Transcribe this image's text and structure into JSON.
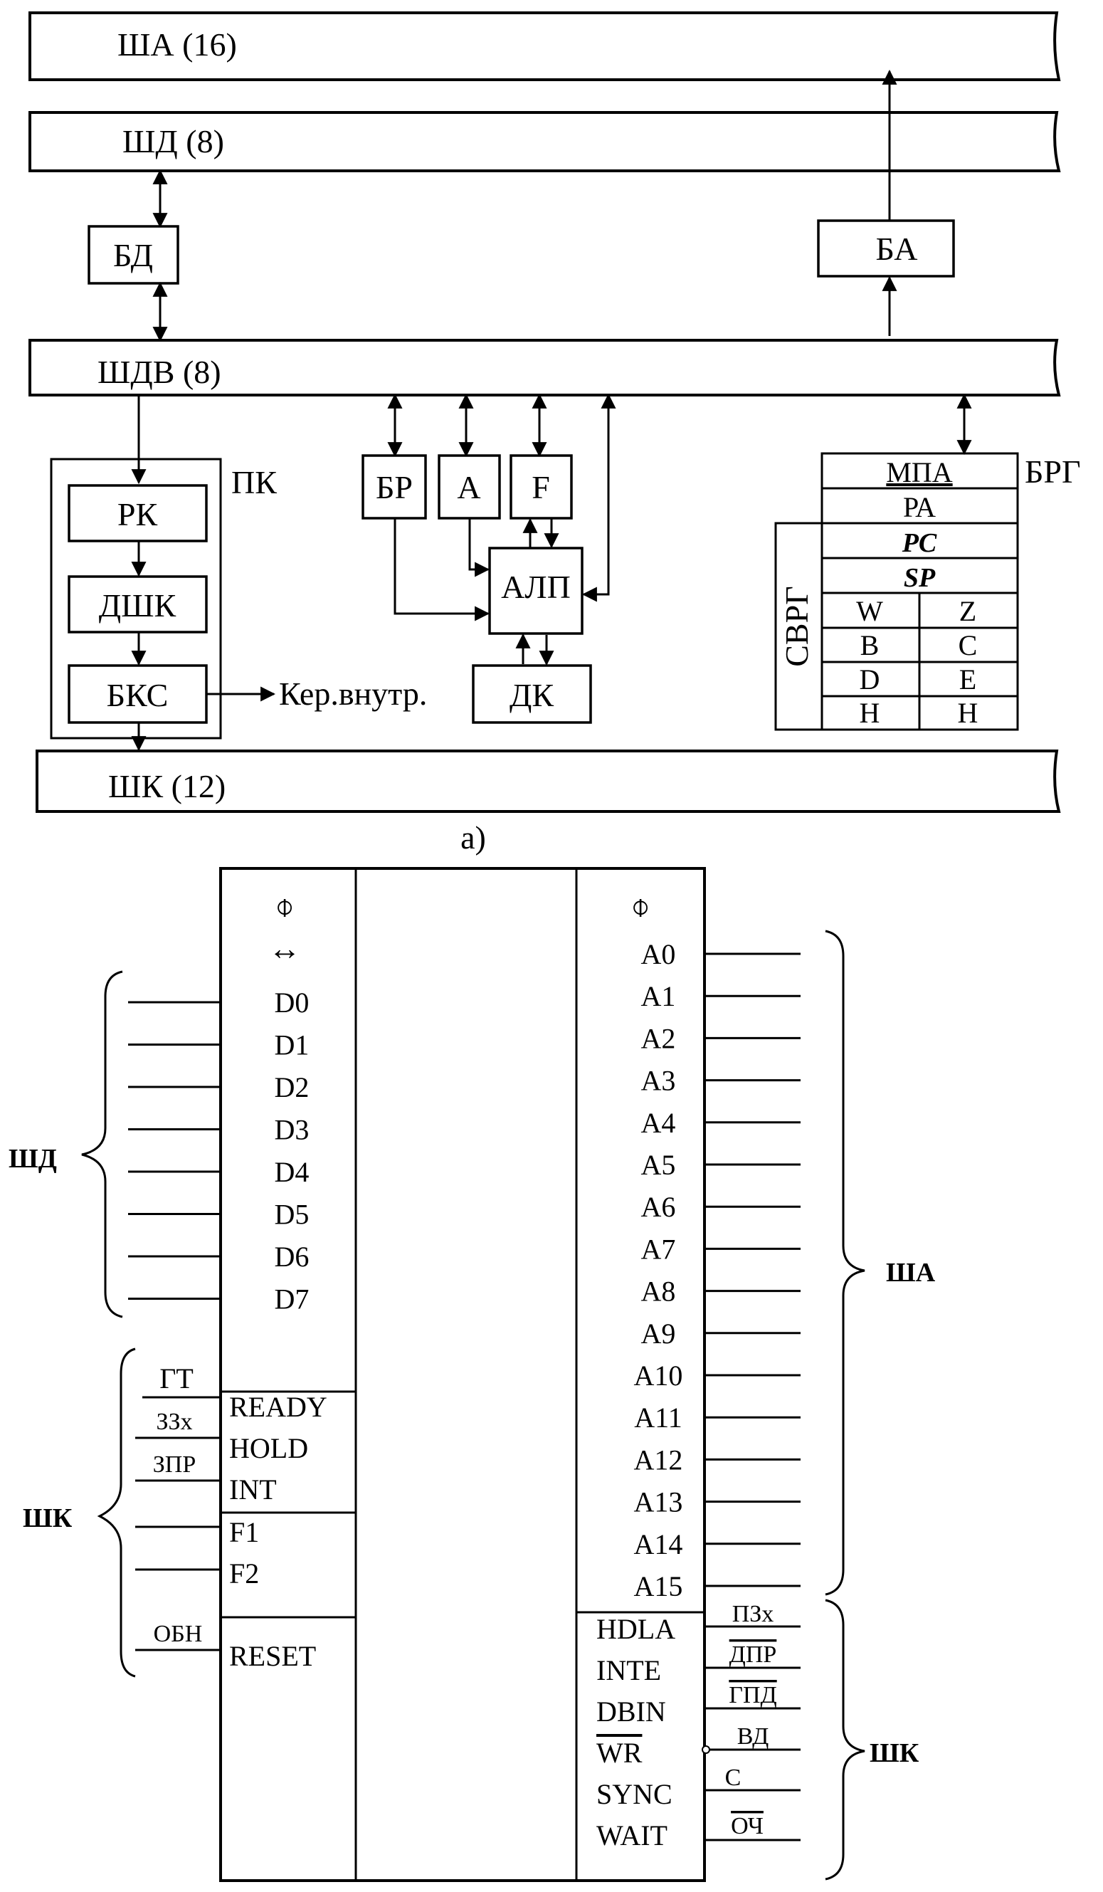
{
  "figure_a": {
    "buses": {
      "sha16": "ША (16)",
      "shd8": "ШД  (8)",
      "shdv8": "ШДВ (8)",
      "shk12": "ШК (12)"
    },
    "blocks": {
      "bd": "БД",
      "ba": "БА",
      "pk": "ПК",
      "rk": "РК",
      "dshk": "ДШК",
      "bks": "БКС",
      "ker": "Кер.внутр.",
      "br": "БР",
      "a": "А",
      "f": "F",
      "alp": "АЛП",
      "dk": "ДК"
    },
    "registers": {
      "group_label": "БРГ",
      "side_label": "СВРГ",
      "rows": [
        {
          "left": "МПА",
          "right": ""
        },
        {
          "left": "РА",
          "right": ""
        },
        {
          "left": "PC",
          "right": ""
        },
        {
          "left": "SP",
          "right": ""
        },
        {
          "left": "W",
          "right": "Z"
        },
        {
          "left": "B",
          "right": "C"
        },
        {
          "left": "D",
          "right": "E"
        },
        {
          "left": "H",
          "right": "H"
        }
      ]
    },
    "caption": "а)"
  },
  "figure_b": {
    "left_top_symbols": [
      "⌽",
      "↔"
    ],
    "right_top_symbol": "⌽",
    "data_pins": [
      "D0",
      "D1",
      "D2",
      "D3",
      "D4",
      "D5",
      "D6",
      "D7"
    ],
    "address_pins": [
      "A0",
      "A1",
      "A2",
      "A3",
      "A4",
      "A5",
      "A6",
      "A7",
      "A8",
      "A9",
      "A10",
      "A11",
      "A12",
      "A13",
      "A14",
      "A15"
    ],
    "left_control_pins": [
      {
        "pin": "READY",
        "signal": "ГТ"
      },
      {
        "pin": "HOLD",
        "signal": "ЗЗх"
      },
      {
        "pin": "INT",
        "signal": "ЗПР"
      },
      {
        "pin": "F1",
        "signal": ""
      },
      {
        "pin": "F2",
        "signal": ""
      },
      {
        "pin": "RESET",
        "signal": "ОБН"
      }
    ],
    "right_control_pins": [
      {
        "pin": "HDLA",
        "signal": "ПЗх"
      },
      {
        "pin": "INTE",
        "signal": "ДПР"
      },
      {
        "pin": "DBIN",
        "signal": "ГПД"
      },
      {
        "pin": "WR",
        "signal": "ВД"
      },
      {
        "pin": "SYNC",
        "signal": "С"
      },
      {
        "pin": "WAIT",
        "signal": "ОЧ"
      }
    ],
    "group_labels": {
      "shd": "ШД",
      "shk_left": "ШК",
      "sha": "ША",
      "shk_right": "ШК"
    }
  }
}
